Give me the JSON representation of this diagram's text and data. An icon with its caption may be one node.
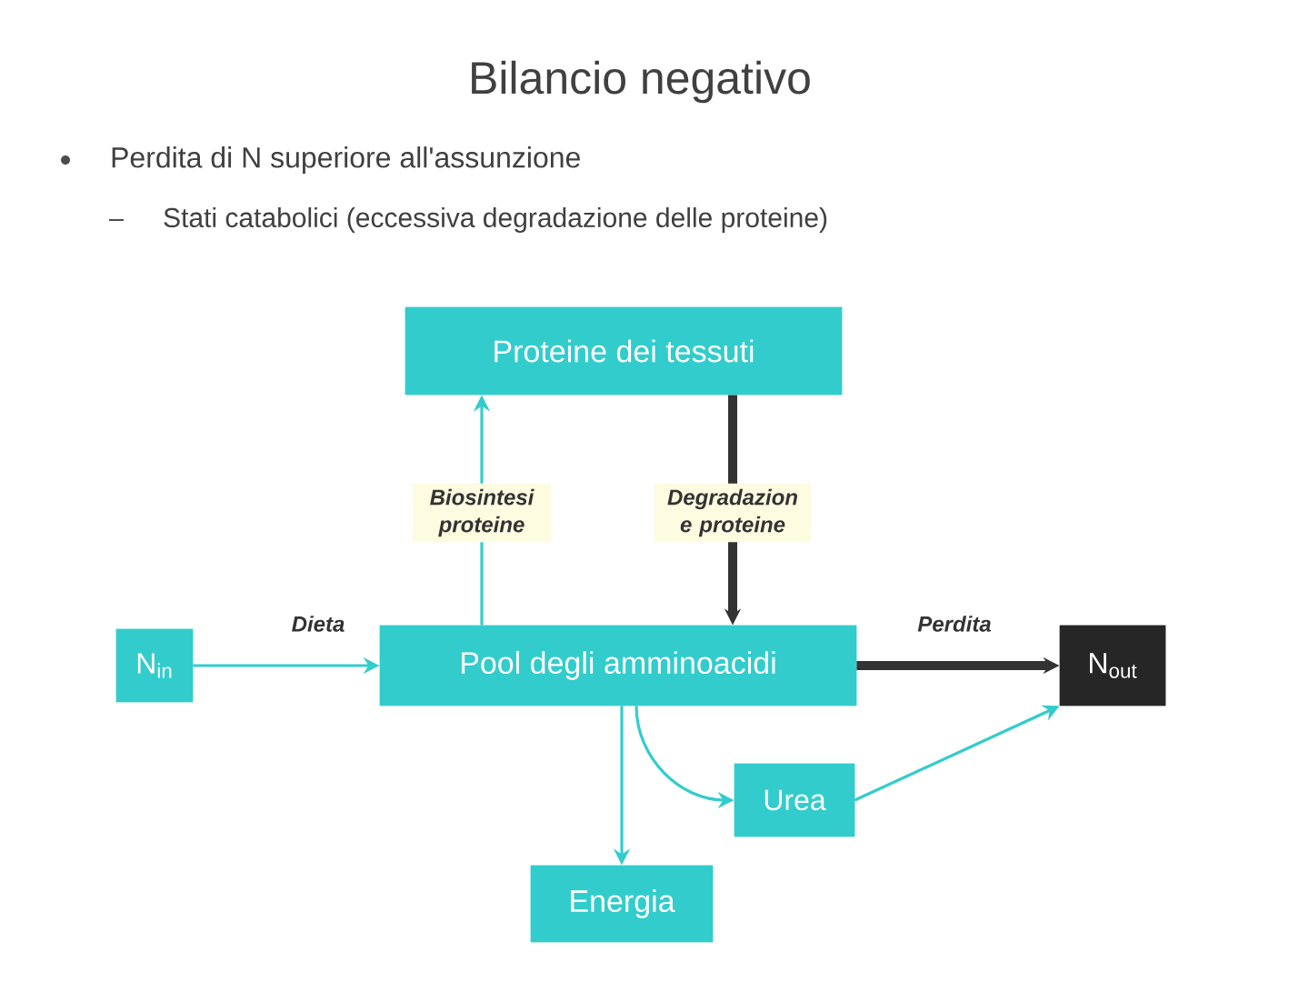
{
  "diagram": {
    "title": "Bilancio negativo",
    "nodes": [
      {
        "text": [
          "Proteine dei tessuti"
        ]
      },
      {
        "text": [
          "N$_{in}$"
        ]
      },
      {
        "text": [
          "Pool degli amminoacidi"
        ]
      },
      {
        "text": [
          "N$_{out}$"
        ]
      },
      {
        "text": [
          "Urea"
        ]
      },
      {
        "text": [
          "Energia"
        ]
      }
    ],
    "edges": [
      {
        "from": 2,
        "to": 0,
        "arrow": "to",
        "label": "Biosintesi proteine"
      },
      {
        "from": 0,
        "to": 2,
        "arrow": "to",
        "label": "Degradazion e proteine",
        "style": "thick",
        "color": "#333333"
      },
      {
        "from": 1,
        "to": 2,
        "arrow": "to",
        "label": "Dieta"
      },
      {
        "from": 2,
        "to": 3,
        "arrow": "to",
        "label": "Perdita",
        "style": "thick",
        "color": "#333333"
      },
      {
        "from": 2,
        "to": 4,
        "arrow": "to"
      },
      {
        "from": 4,
        "to": 3,
        "arrow": "to"
      },
      {
        "from": 2,
        "to": 5,
        "arrow": "to"
      }
    ],
    "labels": [
      "Perdita di N superiore all'assunzione",
      "Stati catabolici (eccessiva degradazione delle proteine)"
    ]
  }
}
